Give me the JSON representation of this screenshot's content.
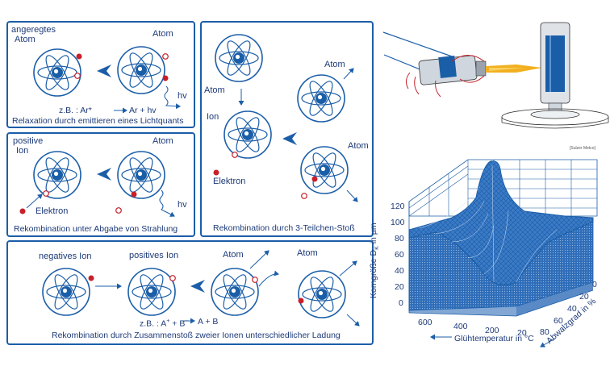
{
  "panels": {
    "p1": {
      "label_excited_line1": "angeregtes",
      "label_excited_line2": "Atom",
      "label_atom": "Atom",
      "label_hv": "hv",
      "equation_prefix": "z.B. : Ar*",
      "equation_result": "Ar + hv",
      "caption": "Relaxation durch emittieren eines Lichtquants"
    },
    "p2": {
      "label_ion_line1": "positive",
      "label_ion_line2": "Ion",
      "label_atom": "Atom",
      "label_electron": "Elektron",
      "label_hv": "hv",
      "caption": "Rekombination unter Abgabe von Strahlung"
    },
    "p3": {
      "label_atom_left": "Atom",
      "label_ion": "Ion",
      "label_electron": "Elektron",
      "label_atom_top": "Atom",
      "label_atom_bottom": "Atom",
      "caption": "Rekombination durch 3-Teilchen-Stoß"
    },
    "p4": {
      "label_negative_ion": "negatives Ion",
      "label_positive_ion": "positives Ion",
      "label_atom_1": "Atom",
      "label_atom_2": "Atom",
      "equation_prefix": "z.B. : A",
      "equation_plus_sup": "+",
      "equation_mid": "+ B",
      "equation_minus_sup": "−",
      "equation_result": "A + B",
      "caption": "Rekombination durch Zusammenstoß zweier Ionen unterschiedlicher Ladung"
    }
  },
  "photo_credit": "[Sulzer Metco]",
  "surface_chart": {
    "z_axis_label": "Korngröße D",
    "z_axis_label_sub": "K",
    "z_axis_label_suffix": " in µm",
    "z_ticks": [
      "120",
      "100",
      "80",
      "60",
      "40",
      "20",
      "0"
    ],
    "x_axis_label": "Glühtemperatur in °C",
    "x_ticks": [
      "600",
      "400",
      "200",
      "20"
    ],
    "y_axis_label": "Abwalzgrad in %",
    "y_ticks": [
      "0",
      "20",
      "40",
      "60",
      "80"
    ]
  },
  "colors": {
    "frame": "#1b5ea8",
    "electron": "#c8202a",
    "surface": "#3a7bc8",
    "flame": "#f2b020"
  }
}
